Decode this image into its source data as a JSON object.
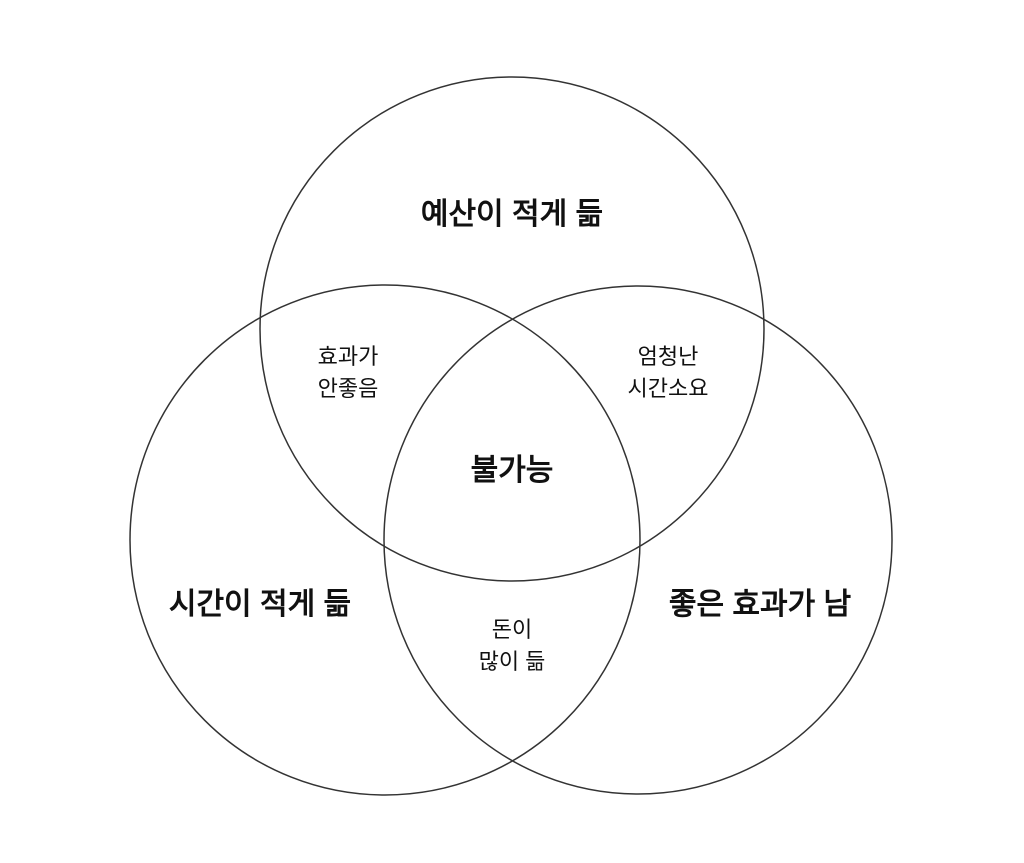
{
  "circles": [
    {
      "name": "budget",
      "label": "예산이 적게 듦"
    },
    {
      "name": "time",
      "label": "시간이 적게 듦"
    },
    {
      "name": "quality",
      "label": "좋은 효과가 남"
    }
  ],
  "intersections": {
    "budget_time": [
      "효과가",
      "안좋음"
    ],
    "budget_quality": [
      "엄청난",
      "시간소요"
    ],
    "time_quality": [
      "돈이",
      "많이 듦"
    ],
    "center": "불가능"
  },
  "stroke_color": "#333333"
}
